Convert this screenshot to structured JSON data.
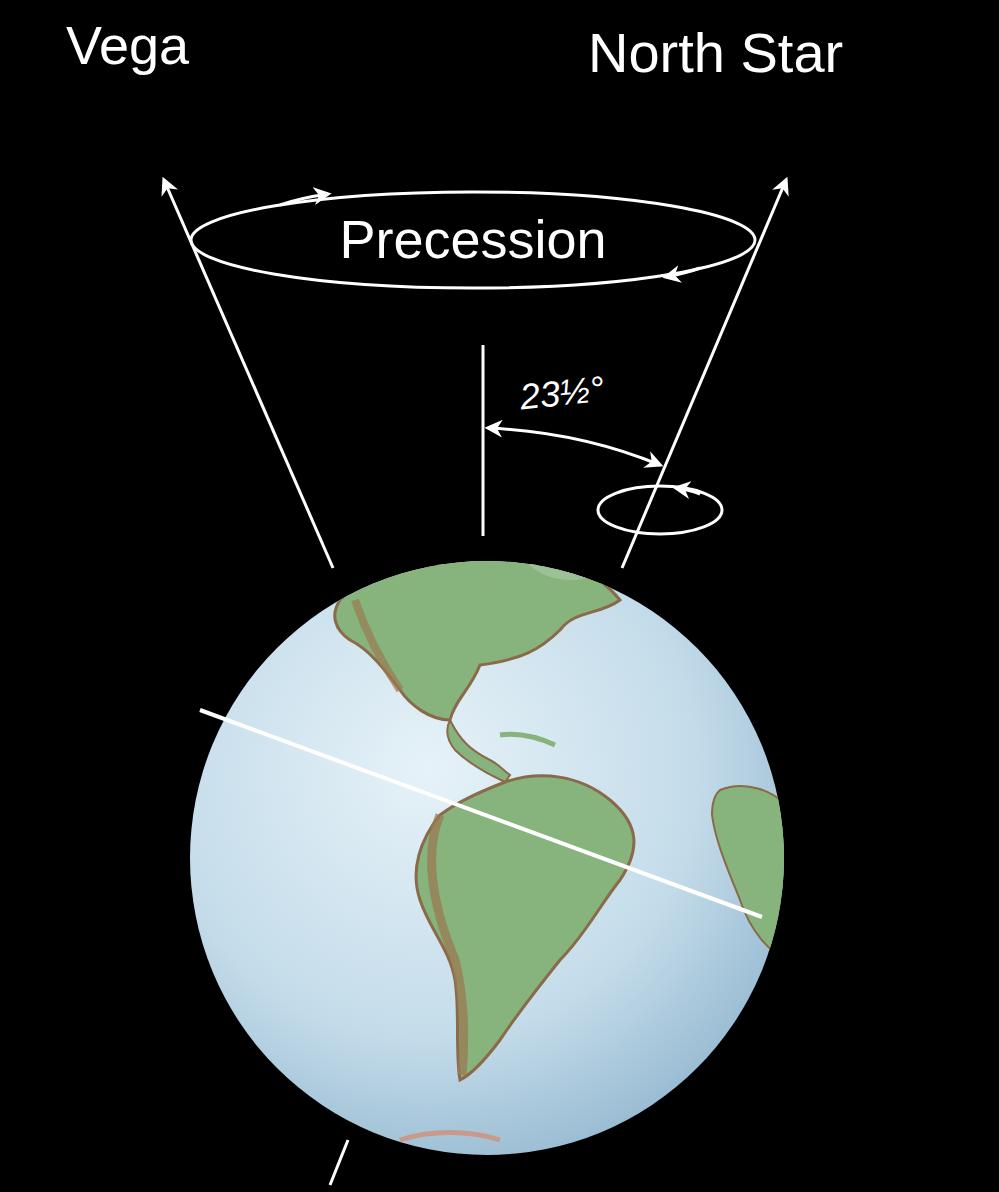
{
  "diagram": {
    "labels": [
      "Vega",
      "North Star",
      "Precession",
      "23½°"
    ]
  }
}
